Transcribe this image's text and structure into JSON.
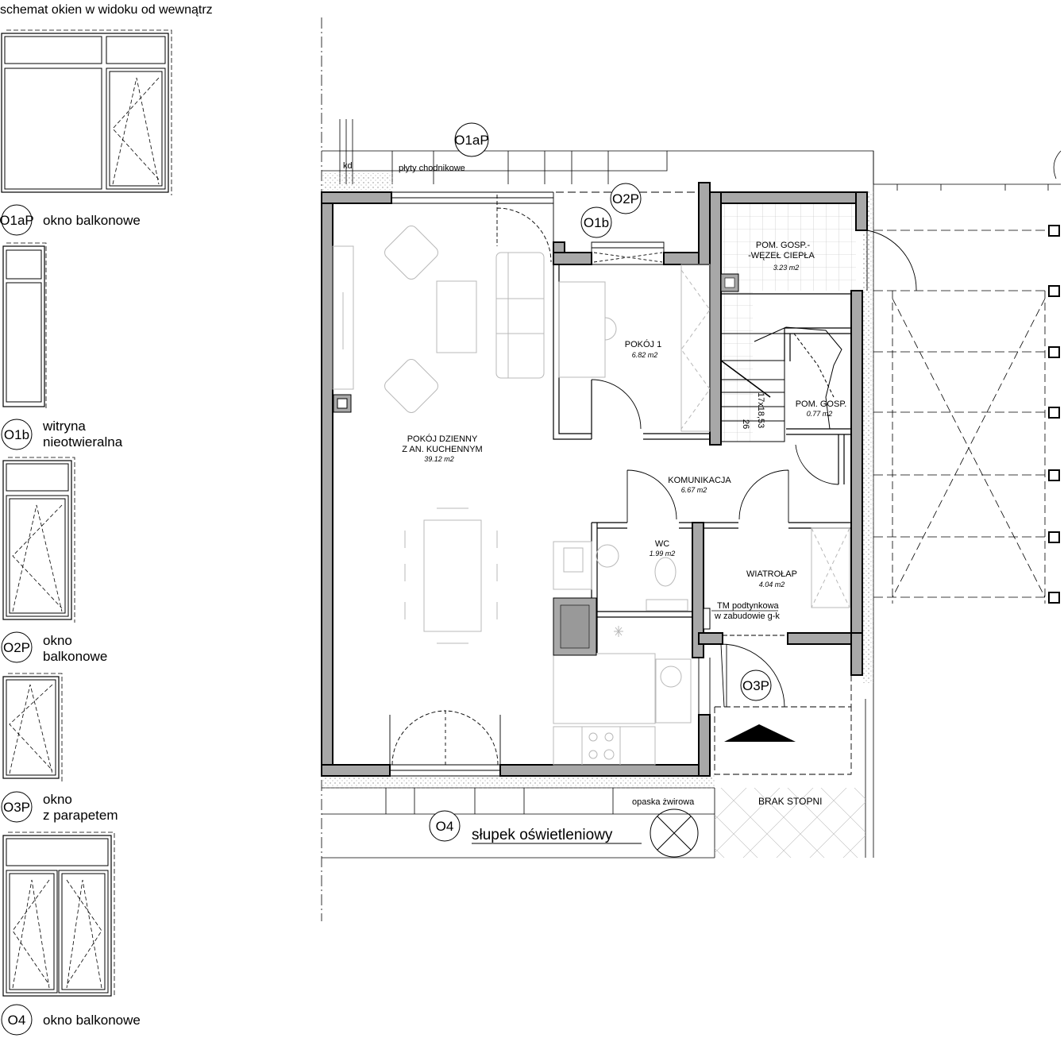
{
  "title": "schemat okien w widoku od wewnątrz",
  "legend": [
    {
      "code": "O1aP",
      "desc1": "okno balkonowe",
      "desc2": ""
    },
    {
      "code": "O1b",
      "desc1": "witryna",
      "desc2": "nieotwieralna"
    },
    {
      "code": "O2P",
      "desc1": "okno",
      "desc2": "balkonowe"
    },
    {
      "code": "O3P",
      "desc1": "okno",
      "desc2": "z parapetem"
    },
    {
      "code": "O4",
      "desc1": "okno balkonowe",
      "desc2": ""
    }
  ],
  "rooms": {
    "living": {
      "name1": "POKÓJ DZIENNY",
      "name2": "Z AN. KUCHENNYM",
      "area": "39.12 m2"
    },
    "room1": {
      "name1": "POKÓJ 1",
      "area": "6.82 m2"
    },
    "utility": {
      "name1": "POM. GOSP.-",
      "name2": "-WĘZEŁ CIEPŁA",
      "area": "3.23 m2"
    },
    "utility2": {
      "name1": "POM. GOSP.",
      "area": "0.77 m2"
    },
    "hall": {
      "name1": "KOMUNIKACJA",
      "area": "6.67 m2"
    },
    "wc": {
      "name1": "WC",
      "area": "1.99 m2"
    },
    "vestibule": {
      "name1": "WIATROŁAP",
      "area": "4.04 m2"
    }
  },
  "annotations": {
    "tm1": "TM podtynkowa",
    "tm2": "w zabudowie g-k",
    "kd": "kd",
    "plyty": "płyty chodnikowe",
    "opaska": "opaska żwirowa",
    "brak": "BRAK STOPNI",
    "slupek": "słupek oświetleniowy",
    "stairs_a": "26",
    "stairs_b": "17x18,53"
  },
  "plan_tags": {
    "o1ap": "O1aP",
    "o2p": "O2P",
    "o1b": "O1b",
    "o3p": "O3P",
    "o4": "O4"
  },
  "colors": {
    "wall": "#a8a8a8",
    "line": "#000000",
    "light": "#9a9a9a",
    "furniture": "#b8b8b8"
  }
}
